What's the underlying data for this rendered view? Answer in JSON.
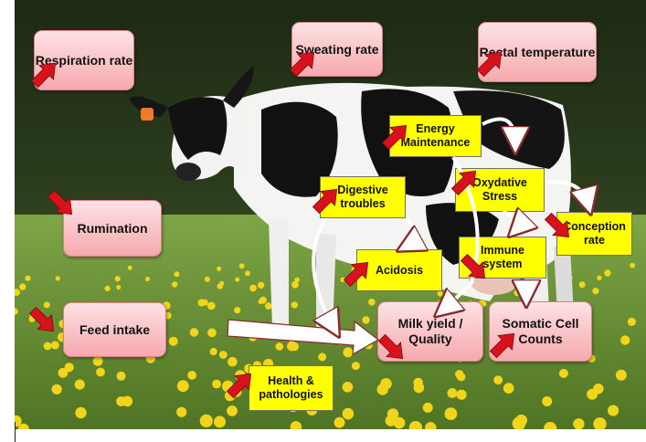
{
  "colors": {
    "pink_box": "#f6a9ae",
    "yellow_box": "#ffff00",
    "red_arrow": "#d8121c",
    "white_arrow": "#ffffff",
    "grass": "#6f9a3a",
    "flowers": "#f2d41a"
  },
  "factors": {
    "respiration_rate": "Respiration rate",
    "sweating_rate": "Sweating rate",
    "rectal_temperature": "Rectal temperature",
    "rumination": "Rumination",
    "feed_intake": "Feed intake",
    "milk_yield": "Milk yield / Quality",
    "somatic_cell_counts": "Somatic Cell Counts"
  },
  "effects": {
    "energy_maintenance": "Energy Maintenance",
    "oxydative_stress": "Oxydative Stress",
    "digestive_troubles": "Digestive troubles",
    "conception_rate": "Conception rate",
    "immune_system": "Immune system",
    "acidosis": "Acidosis",
    "health_pathologies": "Health & pathologies"
  },
  "icons": {
    "increase": "red-arrow-up-icon",
    "decrease": "red-arrow-down-icon"
  }
}
